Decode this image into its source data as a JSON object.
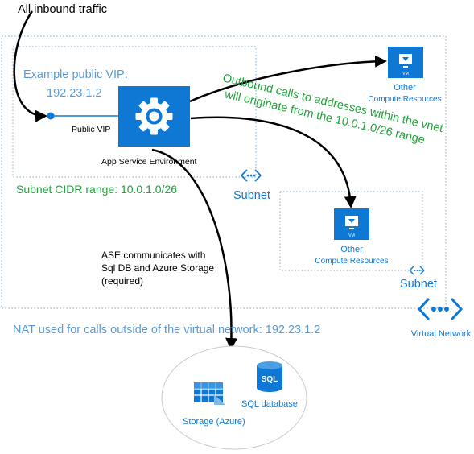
{
  "inbound_label": "All inbound traffic",
  "vip": {
    "label_line1": "Example public VIP:",
    "label_line2": "192.23.1.2",
    "port_label": "Public VIP"
  },
  "ase": {
    "label": "App Service Environment",
    "icon": "gear-icon"
  },
  "subnet_main": {
    "cidr_label": "Subnet CIDR range:  10.0.1.0/26",
    "label": "Subnet",
    "icon": "subnet-icon"
  },
  "outbound_note": {
    "line1": "Outbound calls to addresses within the vnet",
    "line2": "will originate from the 10.0.1.0/26 range"
  },
  "compute_top": {
    "vm_badge": "VM",
    "label_line1": "Other",
    "label_line2": "Compute Resources"
  },
  "compute_subnet": {
    "vm_badge": "VM",
    "label_line1": "Other",
    "label_line2": "Compute Resources",
    "subnet_label": "Subnet"
  },
  "ase_storage_note": {
    "line1": "ASE communicates with",
    "line2": "Sql DB and Azure Storage",
    "line3": "(required)"
  },
  "nat_label": "NAT used for calls outside of the virtual network:  192.23.1.2",
  "vnet": {
    "label": "Virtual Network",
    "icon": "virtual-network-icon"
  },
  "storage": {
    "label": "Storage (Azure)",
    "icon": "storage-icon"
  },
  "sql": {
    "badge": "SQL",
    "label": "SQL database",
    "icon": "sql-database-icon"
  },
  "colors": {
    "azure_blue": "#0f78d4",
    "label_blue": "#5b9bd5",
    "green": "#1fa33a",
    "dotted": "#7fa7c9"
  }
}
